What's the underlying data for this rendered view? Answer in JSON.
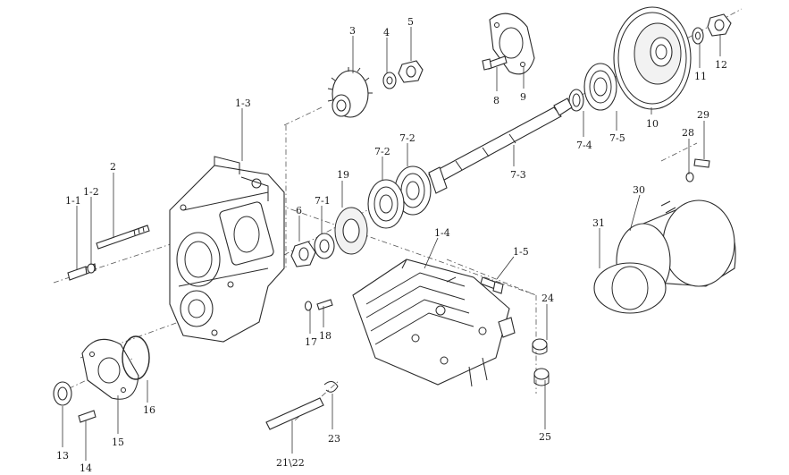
{
  "diagram": {
    "callouts": [
      {
        "id": "1-1",
        "text": "1-1"
      },
      {
        "id": "1-2",
        "text": "1-2"
      },
      {
        "id": "2",
        "text": "2"
      },
      {
        "id": "1-3",
        "text": "1-3"
      },
      {
        "id": "3",
        "text": "3"
      },
      {
        "id": "4",
        "text": "4"
      },
      {
        "id": "5",
        "text": "5"
      },
      {
        "id": "8",
        "text": "8"
      },
      {
        "id": "9",
        "text": "9"
      },
      {
        "id": "10",
        "text": "10"
      },
      {
        "id": "11",
        "text": "11"
      },
      {
        "id": "12",
        "text": "12"
      },
      {
        "id": "7-4",
        "text": "7-4"
      },
      {
        "id": "7-5",
        "text": "7-5"
      },
      {
        "id": "7-3",
        "text": "7-3"
      },
      {
        "id": "7-2a",
        "text": "7-2"
      },
      {
        "id": "7-2b",
        "text": "7-2"
      },
      {
        "id": "19",
        "text": "19"
      },
      {
        "id": "7-1",
        "text": "7-1"
      },
      {
        "id": "6",
        "text": "6"
      },
      {
        "id": "1-4",
        "text": "1-4"
      },
      {
        "id": "1-5",
        "text": "1-5"
      },
      {
        "id": "28",
        "text": "28"
      },
      {
        "id": "29",
        "text": "29"
      },
      {
        "id": "30",
        "text": "30"
      },
      {
        "id": "31",
        "text": "31"
      },
      {
        "id": "24",
        "text": "24"
      },
      {
        "id": "25",
        "text": "25"
      },
      {
        "id": "17",
        "text": "17"
      },
      {
        "id": "18",
        "text": "18"
      },
      {
        "id": "16",
        "text": "16"
      },
      {
        "id": "15",
        "text": "15"
      },
      {
        "id": "13",
        "text": "13"
      },
      {
        "id": "14",
        "text": "14"
      },
      {
        "id": "21-22",
        "text": "21\\22"
      },
      {
        "id": "23",
        "text": "23"
      }
    ]
  }
}
